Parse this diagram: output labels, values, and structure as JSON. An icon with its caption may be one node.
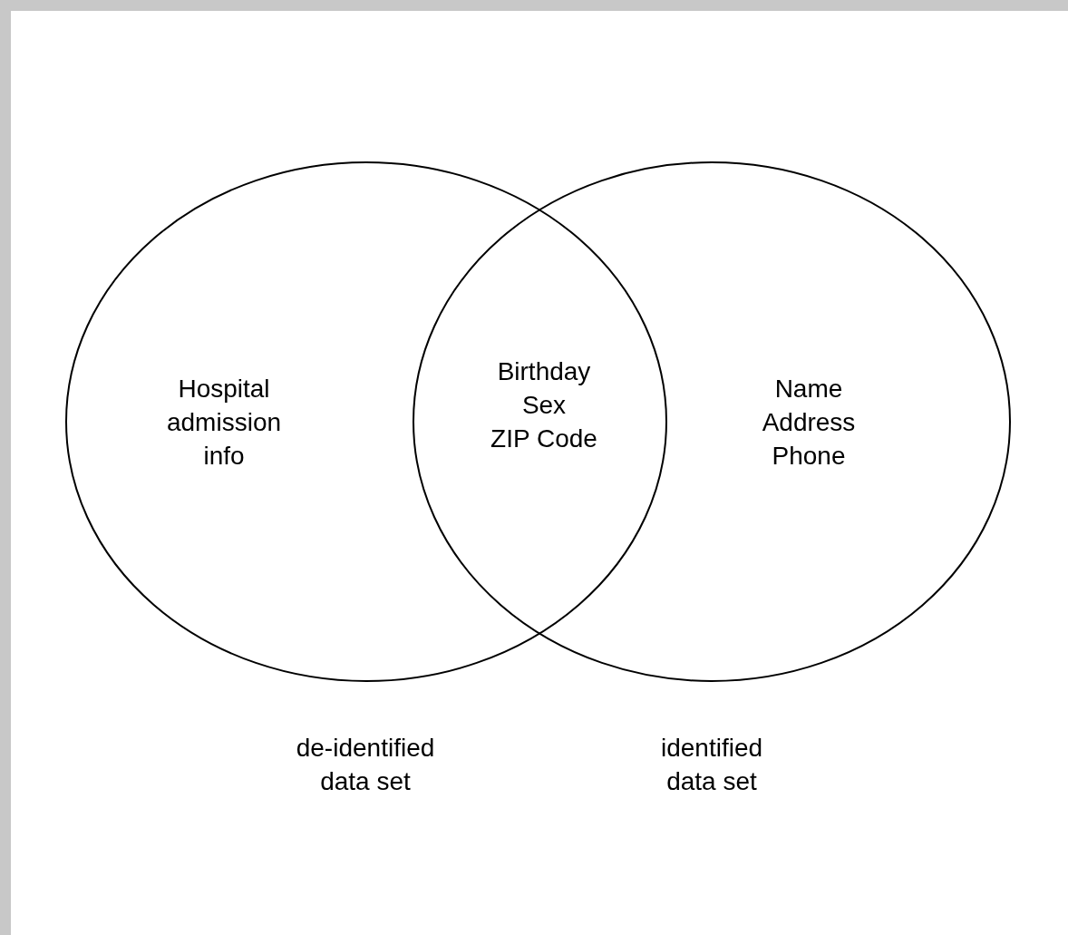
{
  "diagram": {
    "nodes": [
      {
        "text": [
          "Hospital admission info"
        ],
        "beside": [
          "de-identified data set"
        ]
      },
      {
        "text": [
          "Name",
          "Address",
          "Phone"
        ],
        "beside": [
          "identified data set"
        ]
      }
    ],
    "labels": [
      "Birthday",
      "Sex",
      "ZIP Code"
    ]
  }
}
